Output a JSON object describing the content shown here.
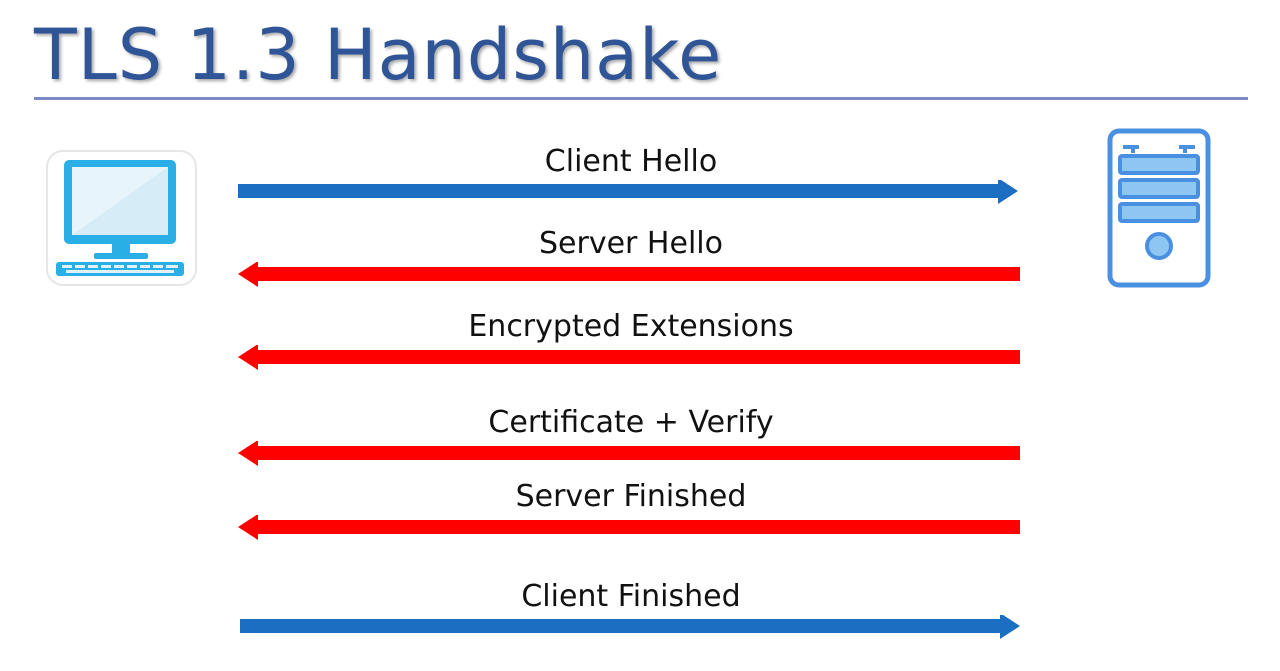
{
  "title": "TLS 1.3 Handshake",
  "colors": {
    "title": "#2f5597",
    "client_to_server": "#1b6ec2",
    "server_to_client": "#ff0000",
    "icon": "#29aee6"
  },
  "actors": {
    "client": {
      "icon": "laptop-icon"
    },
    "server": {
      "icon": "server-tower-icon"
    }
  },
  "messages": [
    {
      "label": "Client Hello",
      "direction": "client-to-server"
    },
    {
      "label": "Server Hello",
      "direction": "server-to-client"
    },
    {
      "label": "Encrypted Extensions",
      "direction": "server-to-client"
    },
    {
      "label": "Certificate + Verify",
      "direction": "server-to-client"
    },
    {
      "label": "Server Finished",
      "direction": "server-to-client"
    },
    {
      "label": "Client Finished",
      "direction": "client-to-server"
    }
  ]
}
